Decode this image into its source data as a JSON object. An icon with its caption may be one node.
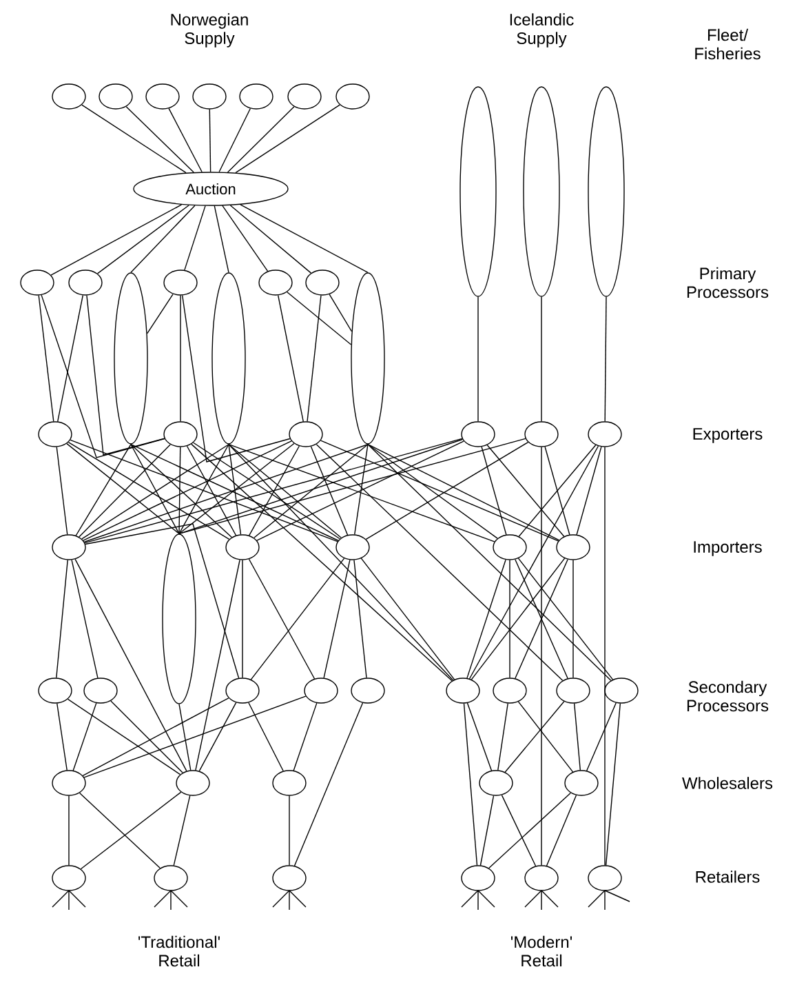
{
  "diagram": {
    "nodes": [
      {
        "text": [],
        "shape": "ellipse"
      },
      {
        "text": [],
        "shape": "ellipse"
      },
      {
        "text": [],
        "shape": "ellipse"
      },
      {
        "text": [],
        "shape": "ellipse"
      },
      {
        "text": [],
        "shape": "ellipse"
      },
      {
        "text": [],
        "shape": "ellipse"
      },
      {
        "text": [],
        "shape": "ellipse"
      },
      {
        "text": [
          "Auction"
        ]
      },
      {
        "text": [],
        "shape": "ellipse"
      },
      {
        "text": [],
        "shape": "ellipse"
      },
      {
        "text": [],
        "shape": "ellipse"
      },
      {
        "text": [],
        "shape": "ellipse"
      },
      {
        "text": [],
        "shape": "ellipse"
      },
      {
        "text": [],
        "shape": "ellipse"
      },
      {
        "text": [],
        "shape": "ellipse"
      },
      {
        "text": [],
        "shape": "ellipse"
      },
      {
        "text": [],
        "shape": "ellipse"
      },
      {
        "text": [],
        "shape": "ellipse"
      },
      {
        "text": [],
        "shape": "ellipse"
      },
      {
        "text": [],
        "shape": "ellipse"
      },
      {
        "text": [],
        "shape": "ellipse"
      },
      {
        "text": [],
        "shape": "ellipse"
      },
      {
        "text": [],
        "shape": "ellipse"
      },
      {
        "text": [],
        "shape": "ellipse"
      },
      {
        "text": [],
        "shape": "ellipse"
      },
      {
        "text": [],
        "shape": "ellipse"
      },
      {
        "text": [],
        "shape": "ellipse"
      },
      {
        "text": [],
        "shape": "ellipse"
      },
      {
        "text": [],
        "shape": "ellipse"
      },
      {
        "text": [],
        "shape": "ellipse"
      },
      {
        "text": [],
        "shape": "ellipse"
      },
      {
        "text": [],
        "shape": "ellipse"
      },
      {
        "text": [],
        "shape": "ellipse"
      },
      {
        "text": [],
        "shape": "ellipse"
      },
      {
        "text": [],
        "shape": "ellipse"
      },
      {
        "text": [],
        "shape": "ellipse"
      },
      {
        "text": [],
        "shape": "ellipse"
      },
      {
        "text": [],
        "shape": "ellipse"
      },
      {
        "text": [],
        "shape": "ellipse"
      },
      {
        "text": [],
        "shape": "ellipse"
      },
      {
        "text": [],
        "shape": "ellipse"
      },
      {
        "text": [],
        "shape": "ellipse"
      },
      {
        "text": [],
        "shape": "ellipse"
      },
      {
        "text": [],
        "shape": "ellipse"
      },
      {
        "text": [],
        "shape": "ellipse"
      },
      {
        "text": [],
        "shape": "ellipse"
      },
      {
        "text": [],
        "shape": "ellipse"
      },
      {
        "text": [],
        "shape": "ellipse"
      },
      {
        "text": [],
        "shape": "ellipse"
      },
      {
        "text": [],
        "shape": "ellipse"
      },
      {
        "text": [],
        "shape": "ellipse"
      }
    ],
    "edges": [
      {
        "from": 0,
        "to": 7,
        "arrow": "none"
      },
      {
        "from": 1,
        "to": 7,
        "arrow": "none"
      },
      {
        "from": 2,
        "to": 7,
        "arrow": "none"
      },
      {
        "from": 3,
        "to": 7,
        "arrow": "none"
      },
      {
        "from": 4,
        "to": 7,
        "arrow": "none"
      },
      {
        "from": 5,
        "to": 7,
        "arrow": "none"
      },
      {
        "from": 6,
        "to": 7,
        "arrow": "none"
      },
      {
        "from": 7,
        "to": 8,
        "arrow": "none"
      },
      {
        "from": 7,
        "to": 9,
        "arrow": "none"
      },
      {
        "from": 7,
        "to": 10,
        "arrow": "none"
      },
      {
        "from": 7,
        "to": 11,
        "arrow": "none"
      },
      {
        "from": 7,
        "to": 12,
        "arrow": "none"
      },
      {
        "from": 7,
        "to": 13,
        "arrow": "none"
      },
      {
        "from": 7,
        "to": 14,
        "arrow": "none"
      },
      {
        "from": 7,
        "to": 15,
        "arrow": "none"
      },
      {
        "from": 8,
        "to": 19,
        "arrow": "none"
      },
      {
        "from": 8,
        "to": 20,
        "arrow": "none"
      },
      {
        "from": 9,
        "to": 19,
        "arrow": "none"
      },
      {
        "from": 9,
        "to": 20,
        "arrow": "none"
      },
      {
        "from": 11,
        "to": 20,
        "arrow": "none"
      },
      {
        "from": 11,
        "to": 10,
        "arrow": "none"
      },
      {
        "from": 11,
        "to": 21,
        "arrow": "none"
      },
      {
        "from": 13,
        "to": 21,
        "arrow": "none"
      },
      {
        "from": 13,
        "to": 15,
        "arrow": "none"
      },
      {
        "from": 14,
        "to": 21,
        "arrow": "none"
      },
      {
        "from": 14,
        "to": 15,
        "arrow": "none"
      },
      {
        "from": 16,
        "to": 22,
        "arrow": "none"
      },
      {
        "from": 17,
        "to": 23,
        "arrow": "none"
      },
      {
        "from": 18,
        "to": 24,
        "arrow": "none"
      },
      {
        "from": 19,
        "to": 25,
        "arrow": "none"
      },
      {
        "from": 19,
        "to": 26,
        "arrow": "none"
      },
      {
        "from": 19,
        "to": 27,
        "arrow": "none"
      },
      {
        "from": 19,
        "to": 28,
        "arrow": "none"
      },
      {
        "from": 10,
        "to": 25,
        "arrow": "none"
      },
      {
        "from": 10,
        "to": 26,
        "arrow": "none"
      },
      {
        "from": 10,
        "to": 27,
        "arrow": "none"
      },
      {
        "from": 10,
        "to": 28,
        "arrow": "none"
      },
      {
        "from": 20,
        "to": 25,
        "arrow": "none"
      },
      {
        "from": 20,
        "to": 26,
        "arrow": "none"
      },
      {
        "from": 20,
        "to": 27,
        "arrow": "none"
      },
      {
        "from": 20,
        "to": 28,
        "arrow": "none"
      },
      {
        "from": 20,
        "to": 36,
        "arrow": "none"
      },
      {
        "from": 12,
        "to": 25,
        "arrow": "none"
      },
      {
        "from": 12,
        "to": 26,
        "arrow": "none"
      },
      {
        "from": 12,
        "to": 27,
        "arrow": "none"
      },
      {
        "from": 12,
        "to": 28,
        "arrow": "none"
      },
      {
        "from": 12,
        "to": 29,
        "arrow": "none"
      },
      {
        "from": 12,
        "to": 36,
        "arrow": "none"
      },
      {
        "from": 21,
        "to": 25,
        "arrow": "none"
      },
      {
        "from": 21,
        "to": 26,
        "arrow": "none"
      },
      {
        "from": 21,
        "to": 27,
        "arrow": "none"
      },
      {
        "from": 21,
        "to": 28,
        "arrow": "none"
      },
      {
        "from": 21,
        "to": 30,
        "arrow": "none"
      },
      {
        "from": 21,
        "to": 38,
        "arrow": "none"
      },
      {
        "from": 15,
        "to": 25,
        "arrow": "none"
      },
      {
        "from": 15,
        "to": 27,
        "arrow": "none"
      },
      {
        "from": 15,
        "to": 28,
        "arrow": "none"
      },
      {
        "from": 15,
        "to": 29,
        "arrow": "none"
      },
      {
        "from": 15,
        "to": 30,
        "arrow": "none"
      },
      {
        "from": 15,
        "to": 39,
        "arrow": "none"
      },
      {
        "from": 22,
        "to": 25,
        "arrow": "none"
      },
      {
        "from": 22,
        "to": 26,
        "arrow": "none"
      },
      {
        "from": 22,
        "to": 27,
        "arrow": "none"
      },
      {
        "from": 22,
        "to": 29,
        "arrow": "none"
      },
      {
        "from": 22,
        "to": 30,
        "arrow": "none"
      },
      {
        "from": 23,
        "to": 26,
        "arrow": "none"
      },
      {
        "from": 23,
        "to": 28,
        "arrow": "none"
      },
      {
        "from": 23,
        "to": 30,
        "arrow": "none"
      },
      {
        "from": 23,
        "to": 49,
        "arrow": "none"
      },
      {
        "from": 24,
        "to": 29,
        "arrow": "none"
      },
      {
        "from": 24,
        "to": 30,
        "arrow": "none"
      },
      {
        "from": 24,
        "to": 36,
        "arrow": "none"
      },
      {
        "from": 24,
        "to": 50,
        "arrow": "none"
      },
      {
        "from": 25,
        "to": 31,
        "arrow": "none"
      },
      {
        "from": 25,
        "to": 32,
        "arrow": "none"
      },
      {
        "from": 25,
        "to": 41,
        "arrow": "none"
      },
      {
        "from": 25,
        "to": 33,
        "arrow": "none"
      },
      {
        "from": 27,
        "to": 33,
        "arrow": "none"
      },
      {
        "from": 27,
        "to": 34,
        "arrow": "none"
      },
      {
        "from": 27,
        "to": 41,
        "arrow": "none"
      },
      {
        "from": 28,
        "to": 33,
        "arrow": "none"
      },
      {
        "from": 28,
        "to": 34,
        "arrow": "none"
      },
      {
        "from": 28,
        "to": 35,
        "arrow": "none"
      },
      {
        "from": 28,
        "to": 36,
        "arrow": "none"
      },
      {
        "from": 29,
        "to": 36,
        "arrow": "none"
      },
      {
        "from": 29,
        "to": 37,
        "arrow": "none"
      },
      {
        "from": 29,
        "to": 38,
        "arrow": "none"
      },
      {
        "from": 29,
        "to": 39,
        "arrow": "none"
      },
      {
        "from": 30,
        "to": 36,
        "arrow": "none"
      },
      {
        "from": 30,
        "to": 37,
        "arrow": "none"
      },
      {
        "from": 30,
        "to": 38,
        "arrow": "none"
      },
      {
        "from": 31,
        "to": 40,
        "arrow": "none"
      },
      {
        "from": 31,
        "to": 41,
        "arrow": "none"
      },
      {
        "from": 32,
        "to": 40,
        "arrow": "none"
      },
      {
        "from": 32,
        "to": 41,
        "arrow": "none"
      },
      {
        "from": 26,
        "to": 41,
        "arrow": "none"
      },
      {
        "from": 33,
        "to": 40,
        "arrow": "none"
      },
      {
        "from": 33,
        "to": 41,
        "arrow": "none"
      },
      {
        "from": 33,
        "to": 42,
        "arrow": "none"
      },
      {
        "from": 34,
        "to": 40,
        "arrow": "none"
      },
      {
        "from": 34,
        "to": 42,
        "arrow": "none"
      },
      {
        "from": 35,
        "to": 47,
        "arrow": "none"
      },
      {
        "from": 36,
        "to": 43,
        "arrow": "none"
      },
      {
        "from": 36,
        "to": 48,
        "arrow": "none"
      },
      {
        "from": 37,
        "to": 43,
        "arrow": "none"
      },
      {
        "from": 37,
        "to": 44,
        "arrow": "none"
      },
      {
        "from": 38,
        "to": 43,
        "arrow": "none"
      },
      {
        "from": 38,
        "to": 44,
        "arrow": "none"
      },
      {
        "from": 39,
        "to": 44,
        "arrow": "none"
      },
      {
        "from": 39,
        "to": 50,
        "arrow": "none"
      },
      {
        "from": 40,
        "to": 45,
        "arrow": "none"
      },
      {
        "from": 40,
        "to": 46,
        "arrow": "none"
      },
      {
        "from": 41,
        "to": 45,
        "arrow": "none"
      },
      {
        "from": 41,
        "to": 46,
        "arrow": "none"
      },
      {
        "from": 42,
        "to": 47,
        "arrow": "none"
      },
      {
        "from": 43,
        "to": 48,
        "arrow": "none"
      },
      {
        "from": 43,
        "to": 49,
        "arrow": "none"
      },
      {
        "from": 44,
        "to": 48,
        "arrow": "none"
      },
      {
        "from": 44,
        "to": 49,
        "arrow": "none"
      }
    ],
    "labels": [
      "Norwegian Supply",
      "Icelandic Supply",
      "Fleet/ Fisheries",
      "Primary Processors",
      "Exporters",
      "Importers",
      "Secondary Processors",
      "Wholesalers",
      "Retailers",
      "'Traditional' Retail",
      "'Modern' Retail"
    ]
  }
}
